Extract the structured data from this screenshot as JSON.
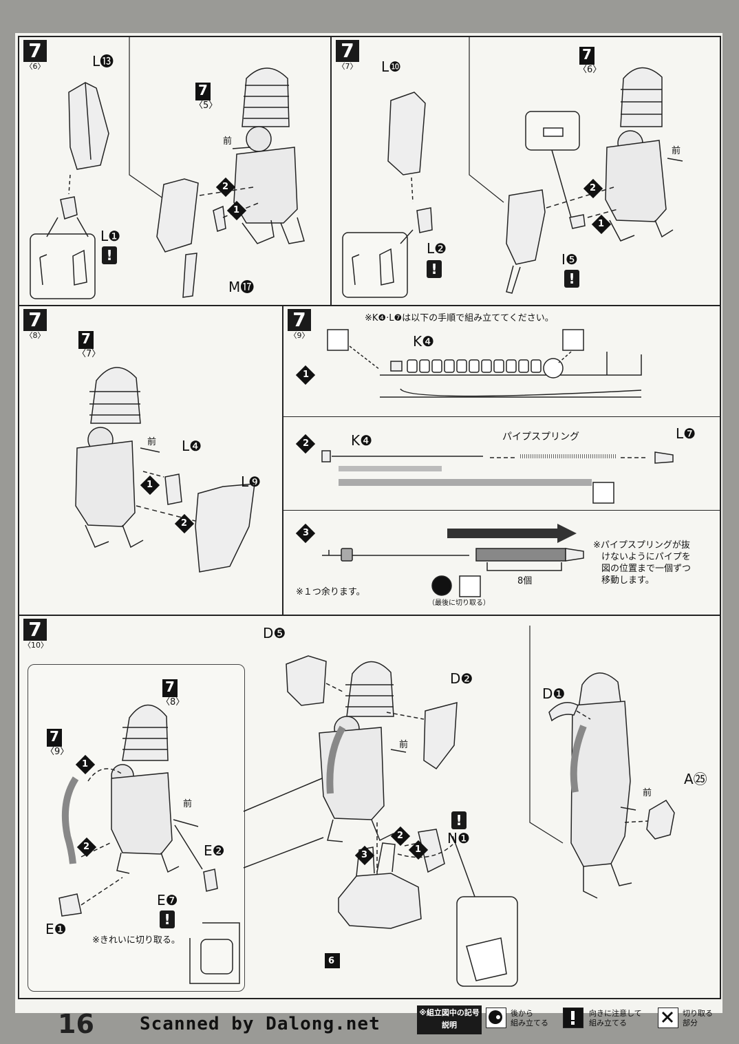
{
  "panel_6": {
    "step": "7",
    "sub": "〈6〉",
    "ref_step": "7",
    "ref_sub": "〈5〉",
    "front": "前",
    "arrow1": "1",
    "arrow2": "2",
    "labels": {
      "l13": "L⓭",
      "l1": "L❶",
      "m17": "M⓱"
    },
    "warn": "!"
  },
  "panel_7": {
    "step": "7",
    "sub": "〈7〉",
    "ref_step": "7",
    "ref_sub": "〈6〉",
    "front": "前",
    "arrow1": "1",
    "arrow2": "2",
    "labels": {
      "l10": "L❿",
      "l2": "L❷",
      "i5": "I❺"
    },
    "warn": "!"
  },
  "panel_8": {
    "step": "7",
    "sub": "〈8〉",
    "ref_step": "7",
    "ref_sub": "〈7〉",
    "front": "前",
    "arrow1": "1",
    "arrow2": "2",
    "labels": {
      "l4": "L❹",
      "l9": "L❾"
    }
  },
  "panel_9": {
    "step": "7",
    "sub": "〈9〉",
    "note_top": "※K❹·L❼は以下の手順で組み立ててください。",
    "row1": {
      "num": "1",
      "label": "K❹"
    },
    "row2": {
      "num": "2",
      "label_k4": "K❹",
      "label_l7": "L❼",
      "spring": "パイプスプリング"
    },
    "row3": {
      "num": "3",
      "count": "8個",
      "remain_note": "※１つ余ります。",
      "cut_last": "（最後に切り取る）",
      "side_note": [
        "※パイプスプリングが抜",
        "けないようにパイプを",
        "図の位置まで一個ずつ",
        "移動します。"
      ]
    }
  },
  "panel_10": {
    "step": "7",
    "sub": "〈10〉",
    "inset": {
      "ref_step_a": "7",
      "ref_sub_a": "〈8〉",
      "ref_step_b": "7",
      "ref_sub_b": "〈9〉",
      "front": "前",
      "arrow1": "1",
      "arrow2": "2",
      "labels": {
        "e2": "E❷",
        "e7": "E❼",
        "e1": "E❶"
      },
      "warn": "!",
      "note": "※きれいに切り取る。"
    },
    "middle": {
      "front": "前",
      "arrow1": "1",
      "arrow2": "2",
      "arrow3": "3",
      "labels": {
        "d5": "D❺",
        "d2": "D❷",
        "n1": "N❶"
      },
      "warn": "!",
      "part_box": "6"
    },
    "right": {
      "front": "前",
      "labels": {
        "d1": "D❶",
        "a25": "A㉕"
      }
    }
  },
  "footer": {
    "page_number": "16",
    "scanned_by": "Scanned by Dalong.net",
    "legend_title": "※組立図中の記号説明",
    "legend": [
      {
        "icon": "dot-circle-icon",
        "text": "後から\n組み立てる"
      },
      {
        "icon": "exclamation-icon",
        "text": "向きに注意して\n組み立てる"
      },
      {
        "icon": "nipper-icon",
        "text": "切り取る\n部分"
      }
    ]
  }
}
